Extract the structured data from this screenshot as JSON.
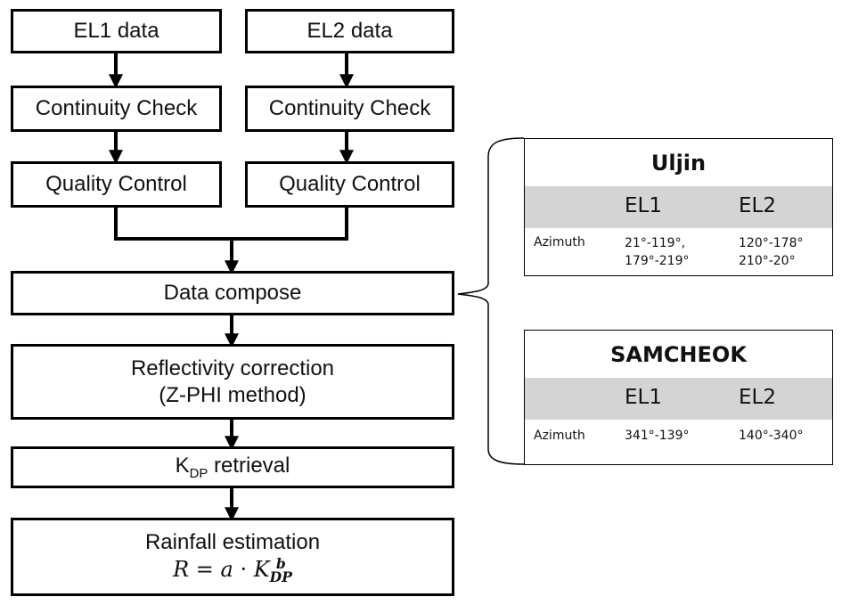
{
  "flowchart": {
    "el1_data": "EL1 data",
    "el2_data": "EL2 data",
    "continuity_check_left": "Continuity Check",
    "continuity_check_right": "Continuity Check",
    "quality_control_left": "Quality Control",
    "quality_control_right": "Quality Control",
    "data_compose": "Data compose",
    "reflectivity_line1": "Reflectivity correction",
    "reflectivity_line2": "(Z-PHI method)",
    "kdp_main": "K",
    "kdp_sub": "DP",
    "kdp_rest": " retrieval",
    "rainfall_title": "Rainfall estimation",
    "formula": {
      "lhs": "R",
      "eq": " = ",
      "a": "a",
      "dot": " · ",
      "k": "K",
      "sup": "b",
      "sub": "DP"
    }
  },
  "tables": [
    {
      "site": "Uljin",
      "col1": "EL1",
      "col2": "EL2",
      "row_label": "Azimuth",
      "el1_lines": [
        "21°-119°,",
        "179°-219°"
      ],
      "el2_lines": [
        "120°-178°",
        "210°-20°"
      ]
    },
    {
      "site": "SAMCHEOK",
      "col1": "EL1",
      "col2": "EL2",
      "row_label": "Azimuth",
      "el1_lines": [
        "341°-139°"
      ],
      "el2_lines": [
        "140°-340°"
      ]
    }
  ]
}
